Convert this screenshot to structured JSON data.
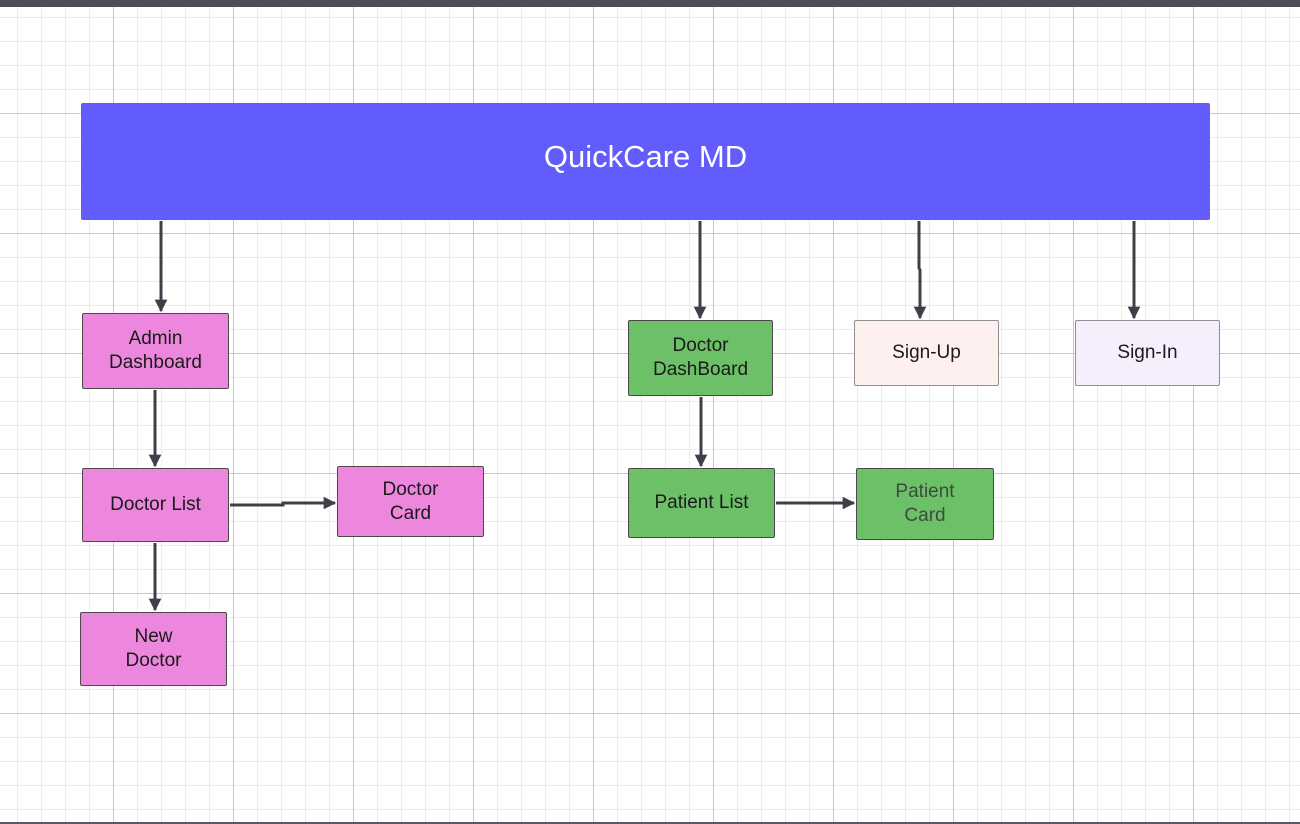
{
  "diagram": {
    "header": {
      "title": "QuickCare MD",
      "color": "#615cfb"
    },
    "nodes": {
      "admin_dashboard": "Admin\nDashboard",
      "doctor_list": "Doctor List",
      "doctor_card": "Doctor\nCard",
      "new_doctor": "New\nDoctor",
      "doctor_dashboard": "Doctor\nDashBoard",
      "patient_list": "Patient List",
      "patient_card": "Patient\nCard",
      "sign_up": "Sign-Up",
      "sign_in": "Sign-In"
    },
    "edges": [
      {
        "from": "QuickCare MD",
        "to": "Admin Dashboard"
      },
      {
        "from": "QuickCare MD",
        "to": "Doctor DashBoard"
      },
      {
        "from": "QuickCare MD",
        "to": "Sign-Up"
      },
      {
        "from": "QuickCare MD",
        "to": "Sign-In"
      },
      {
        "from": "Admin Dashboard",
        "to": "Doctor List"
      },
      {
        "from": "Doctor List",
        "to": "Doctor Card"
      },
      {
        "from": "Doctor List",
        "to": "New Doctor"
      },
      {
        "from": "Doctor DashBoard",
        "to": "Patient List"
      },
      {
        "from": "Patient List",
        "to": "Patient Card"
      }
    ],
    "colors": {
      "admin_branch": "#ed87de",
      "doctor_branch": "#6cc068",
      "sign_up": "#fdf0ef",
      "sign_in": "#f5effd",
      "connector": "#3d4147"
    }
  }
}
